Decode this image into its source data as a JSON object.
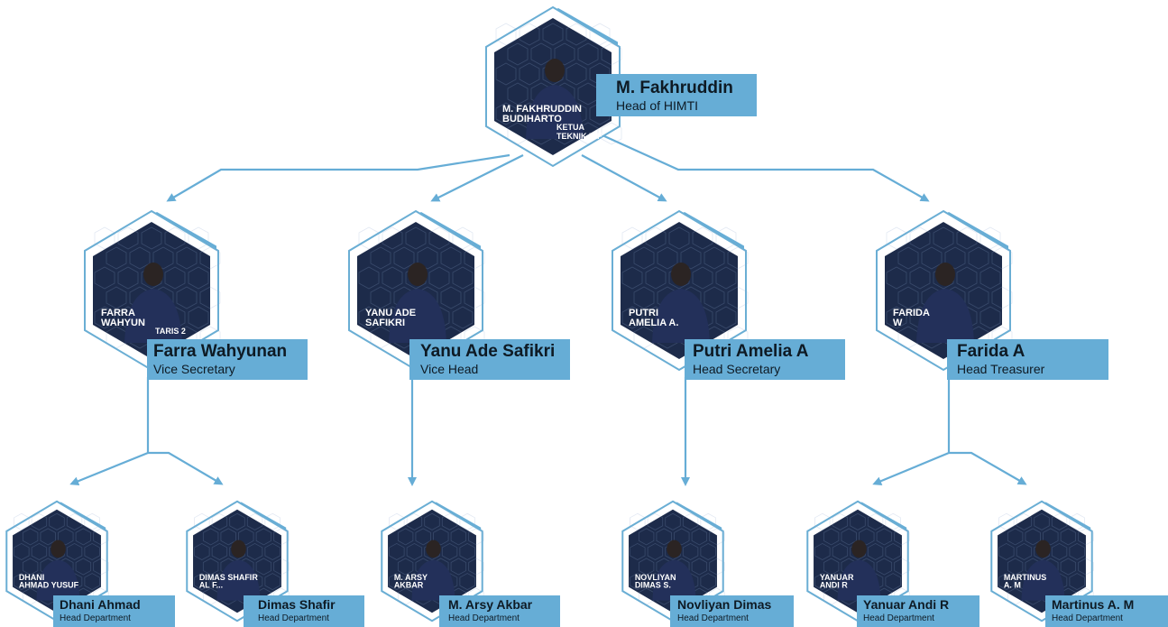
{
  "colors": {
    "accent": "#66add6",
    "hex_outline": "#6aaed4",
    "photo_bg": "#1d2b4a",
    "text": "#0e1a24"
  },
  "nodes": [
    {
      "id": "head",
      "name": "M. Fakhruddin",
      "role": "Head of HIMTI",
      "photo_text": [
        "M. FAKHRUDDIN",
        "BUDIHARTO"
      ],
      "badge": [
        "KETUA",
        "TEKNIK INF"
      ]
    },
    {
      "id": "vice-secretary",
      "name": "Farra Wahyunan",
      "role": "Vice Secretary",
      "photo_text": [
        "FARRA",
        "WAHYUN"
      ],
      "badge": [
        "TARIS 2"
      ]
    },
    {
      "id": "vice-head",
      "name": "Yanu Ade Safikri",
      "role": "Vice Head",
      "photo_text": [
        "YANU ADE",
        "SAFIKRI"
      ],
      "badge": []
    },
    {
      "id": "head-secretary",
      "name": "Putri Amelia A",
      "role": "Head Secretary",
      "photo_text": [
        "PUTRI",
        "AMELIA A."
      ],
      "badge": []
    },
    {
      "id": "head-treasurer",
      "name": "Farida A",
      "role": "Head Treasurer",
      "photo_text": [
        "FARIDA",
        "W"
      ],
      "badge": []
    },
    {
      "id": "dhani",
      "name": "Dhani Ahmad",
      "role": "Head Department",
      "photo_text": [
        "DHANI",
        "AHMAD YUSUF"
      ],
      "badge": []
    },
    {
      "id": "dimas",
      "name": "Dimas Shafir",
      "role": "Head Department",
      "photo_text": [
        "DIMAS SHAFIR",
        "AL F..."
      ],
      "badge": []
    },
    {
      "id": "arsy",
      "name": "M. Arsy Akbar",
      "role": "Head Department",
      "photo_text": [
        "M. ARSY",
        "AKBAR"
      ],
      "badge": []
    },
    {
      "id": "novliyan",
      "name": "Novliyan Dimas",
      "role": "Head Department",
      "photo_text": [
        "NOVLIYAN",
        "DIMAS S."
      ],
      "badge": []
    },
    {
      "id": "yanuar",
      "name": "Yanuar Andi R",
      "role": "Head Department",
      "photo_text": [
        "YANUAR",
        "ANDI R"
      ],
      "badge": []
    },
    {
      "id": "martinus",
      "name": "Martinus A. M",
      "role": "Head Department",
      "photo_text": [
        "MARTINUS",
        "A. M"
      ],
      "badge": []
    }
  ]
}
